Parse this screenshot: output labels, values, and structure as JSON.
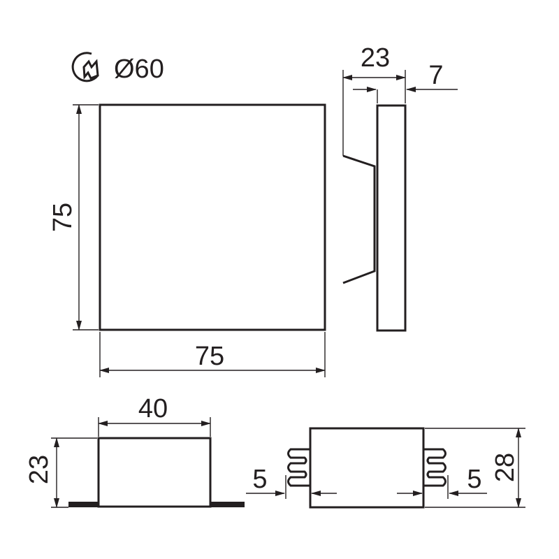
{
  "drilling_symbol": {
    "icon": "hole-saw-icon",
    "label": "Ø60"
  },
  "front_view": {
    "height_label": "75",
    "width_label": "75"
  },
  "side_view": {
    "depth_label": "23",
    "cover_label": "7"
  },
  "power_supply_front": {
    "width_label": "40",
    "height_label": "23"
  },
  "power_supply_side": {
    "left_clearance_label": "5",
    "right_clearance_label": "5",
    "height_label": "28"
  },
  "colors": {
    "line": "#231f20",
    "background": "#ffffff"
  }
}
